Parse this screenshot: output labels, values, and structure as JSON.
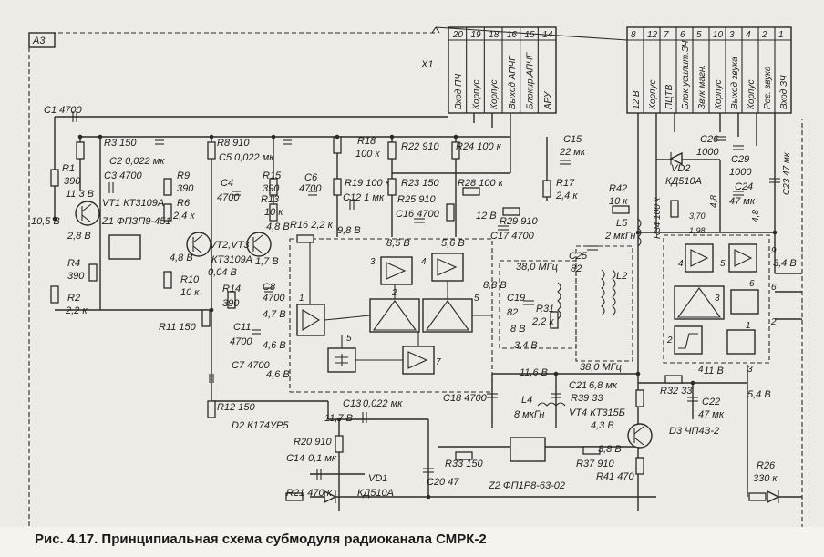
{
  "module_label": "A3",
  "connector": {
    "name": "X1",
    "pins_left": [
      {
        "num": "20",
        "label": "Вход ПЧ"
      },
      {
        "num": "19",
        "label": "Корпус"
      },
      {
        "num": "18",
        "label": "Корпус"
      },
      {
        "num": "16",
        "label": "Выход АПЧГ"
      },
      {
        "num": "15",
        "label": "Блокир.АПЧГ"
      },
      {
        "num": "14",
        "label": "АРУ"
      }
    ],
    "pins_right": [
      {
        "num": "8",
        "label": "12 В"
      },
      {
        "num": "12",
        "label": "Корпус"
      },
      {
        "num": "7",
        "label": "ПЦТВ"
      },
      {
        "num": "6",
        "label": "Блок.усилит.ЗЧ"
      },
      {
        "num": "5",
        "label": "Звук магн."
      },
      {
        "num": "10",
        "label": "Корпус"
      },
      {
        "num": "3",
        "label": "Выход звука"
      },
      {
        "num": "4",
        "label": "Корпус"
      },
      {
        "num": "2",
        "label": "Рег. звука"
      },
      {
        "num": "1",
        "label": "Вход ЗЧ"
      }
    ]
  },
  "labels": {
    "c1": "C1 4700",
    "r3": "R3 150",
    "c2": "C2 0,022 мк",
    "c3": "C3 4700",
    "r1": "R1",
    "r1v": "390",
    "v113": "11,3 В",
    "vt1": "VT1 КТ3109А",
    "z1": "Z1 ФПЗП9-451",
    "v105": "10,5 В",
    "v28": "2,8 В",
    "r4": "R4",
    "r4v": "390",
    "r2": "R2",
    "r2v": "2,2 к",
    "r8": "R8 910",
    "c5": "C5 0,022 мк",
    "r9": "R9",
    "r9v": "390",
    "r6": "R6",
    "r6v": "2,4 к",
    "c4": "C4",
    "c4v": "4700",
    "r15": "R15",
    "r15v": "390",
    "r13": "R13",
    "r13v": "10 к",
    "c6": "C6",
    "c6v": "4700",
    "v48a": "4,8 В",
    "r16": "R16 2,2 к",
    "vt23": "VT2,VT3",
    "kt3109": "КТ3109А",
    "v48b": "4,8 В",
    "v04": "0,04 В",
    "r10": "R10",
    "r10v": "10 к",
    "r14": "R14",
    "r14v": "390",
    "v17": "1,7 В",
    "r11": "R11 150",
    "c8": "C8",
    "c8v": "4700",
    "v47": "4,7 В",
    "c11": "C11",
    "c11v": "4700",
    "v46": "4,6 В",
    "c7": "C7 4700",
    "v46b": "4,6 В",
    "r12": "R12 150",
    "d2": "D2 К174УР5",
    "r18": "R18",
    "r18v": "100 к",
    "r22": "R22 910",
    "r24": "R24 100 к",
    "c15": "C15",
    "c15v": "22 мк",
    "r19": "R19 100 к",
    "c12": "C12 1 мк",
    "r23": "R23 150",
    "r28": "R28 100 к",
    "r17": "R17",
    "r17v": "2,4 к",
    "r25": "R25 910",
    "c16": "C16 4700",
    "r29": "R29 910",
    "c17": "C17 4700",
    "v98": "9,8 В",
    "v85": "8,5 В",
    "v56": "5,6 В",
    "v128": "12 В",
    "c25": "C25",
    "c25v": "82",
    "f38a": "38,0 МГц",
    "l2": "L2",
    "r42": "R42",
    "r42v": "10 к",
    "l5": "L5",
    "l5v": "2 мкГн",
    "c19": "C19",
    "c19v": "82",
    "r31": "R31",
    "r31v": "2,2 к",
    "v88": "8,8 В",
    "v8b": "8 В",
    "v34": "3,4 В",
    "f38b": "38,0 МГц",
    "v116": "11,6 В",
    "c18": "C18 4700",
    "l4": "L4",
    "l4v": "8 мкГн",
    "c21": "C21",
    "c21v": "6,8 мк",
    "r39": "R39 33",
    "vt4": "VT4 КТ315Б",
    "v43": "4,3 В",
    "c13": "C13",
    "c13v": "0,022 мк",
    "v117": "11,7 В",
    "r20": "R20 910",
    "c14": "C14",
    "c14v": "0,1 мк",
    "r21": "R21 470 к",
    "vd1": "VD1",
    "vd1t": "КД510А",
    "r33": "R33 150",
    "c20": "C20 47",
    "r37": "R37 910",
    "r41": "R41 470",
    "v38": "3,8 В",
    "z2": "Z2 ФП1Р8-63-02",
    "d3": "D3 ЧП4З-2",
    "r32": "R32 33",
    "v11": "11 В",
    "c22": "C22",
    "c22v": "47 мк",
    "v54": "5,4 В",
    "r26": "R26",
    "r26v": "330 к",
    "r34": "R34 100 к",
    "vd2": "VD2",
    "vd2t": "КД510А",
    "c26": "C26",
    "c26v": "1000",
    "c29": "C29",
    "c29v": "1000",
    "c24": "C24",
    "c24v": "47 мк",
    "c23": "C23 47 мк",
    "v48c": "4,8",
    "v48d": "4,8",
    "v198": "1,98",
    "v370": "3,70",
    "v34b": "3,4 В"
  },
  "caption": "Рис. 4.17. Принципиальная схема субмодуля радиоканала СМРК-2"
}
